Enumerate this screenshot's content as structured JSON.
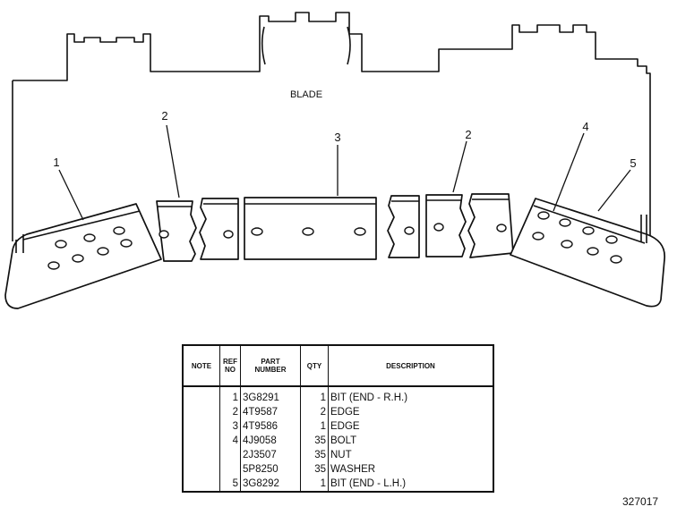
{
  "drawing": {
    "blade_label": "BLADE",
    "callouts": [
      {
        "id": "callout-1",
        "label": "1"
      },
      {
        "id": "callout-2a",
        "label": "2"
      },
      {
        "id": "callout-3",
        "label": "3"
      },
      {
        "id": "callout-2b",
        "label": "2"
      },
      {
        "id": "callout-4",
        "label": "4"
      },
      {
        "id": "callout-5",
        "label": "5"
      }
    ]
  },
  "table": {
    "headers": {
      "note": "NOTE",
      "ref_no_line1": "REF",
      "ref_no_line2": "NO",
      "part_number_line1": "PART",
      "part_number_line2": "NUMBER",
      "qty": "QTY",
      "description": "DESCRIPTION"
    },
    "rows": [
      {
        "note": "",
        "ref": "1",
        "part": "3G8291",
        "qty": "1",
        "desc": "BIT  (END  -  R.H.)"
      },
      {
        "note": "",
        "ref": "2",
        "part": "4T9587",
        "qty": "2",
        "desc": "EDGE"
      },
      {
        "note": "",
        "ref": "3",
        "part": "4T9586",
        "qty": "1",
        "desc": "EDGE"
      },
      {
        "note": "",
        "ref": "4",
        "part": "4J9058",
        "qty": "35",
        "desc": "BOLT"
      },
      {
        "note": "",
        "ref": "",
        "part": "2J3507",
        "qty": "35",
        "desc": "NUT"
      },
      {
        "note": "",
        "ref": "",
        "part": "5P8250",
        "qty": "35",
        "desc": "WASHER"
      },
      {
        "note": "",
        "ref": "5",
        "part": "3G8292",
        "qty": "1",
        "desc": "BIT  (END  -  L.H.)"
      }
    ]
  },
  "drawing_number": "327017"
}
